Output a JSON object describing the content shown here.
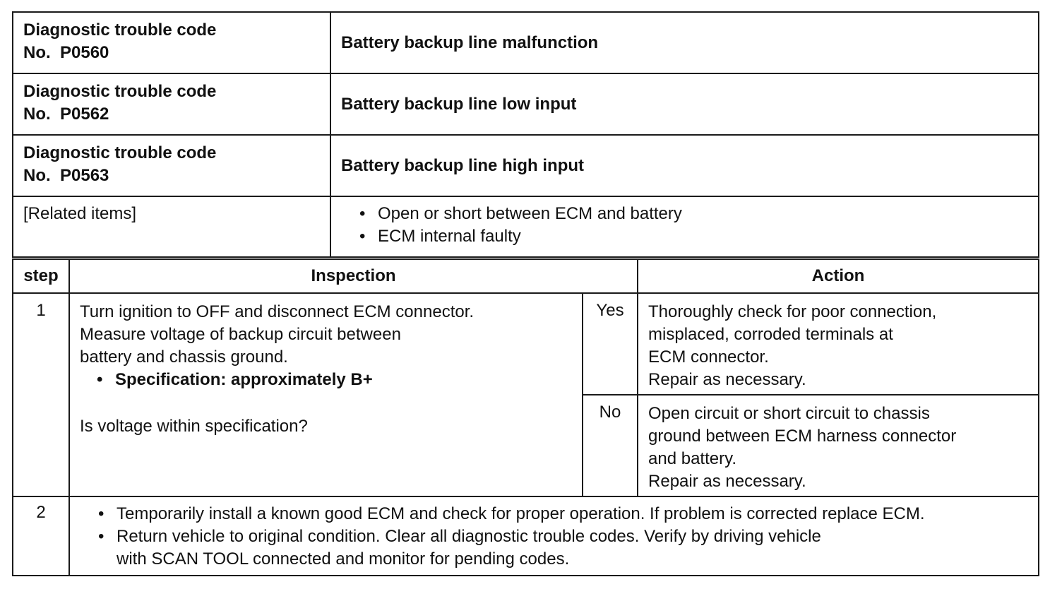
{
  "dtc_table": {
    "codes": [
      {
        "label": "Diagnostic trouble code",
        "number": "No.  P0560",
        "description": "Battery backup line malfunction"
      },
      {
        "label": "Diagnostic trouble code",
        "number": "No.  P0562",
        "description": "Battery backup line low input"
      },
      {
        "label": "Diagnostic trouble code",
        "number": "No.  P0563",
        "description": "Battery backup line high input"
      }
    ],
    "related_label": "[Related items]",
    "related_items": [
      "Open or short between ECM and battery",
      "ECM internal faulty"
    ]
  },
  "procedure_table": {
    "headers": {
      "step": "step",
      "inspection": "Inspection",
      "action": "Action"
    },
    "step1": {
      "number": "1",
      "inspection_lines": [
        "Turn ignition to OFF and disconnect ECM connector.",
        "Measure voltage of backup circuit between",
        "battery and chassis ground."
      ],
      "specification": "Specification: approximately B+",
      "question": "Is voltage within specification?",
      "yes_label": "Yes",
      "yes_action_lines": [
        "Thoroughly check for poor connection,",
        "misplaced, corroded terminals at",
        "ECM connector.",
        "Repair as necessary."
      ],
      "no_label": "No",
      "no_action_lines": [
        "Open circuit or short circuit to chassis",
        "ground between ECM harness connector",
        "and battery.",
        "Repair as necessary."
      ]
    },
    "step2": {
      "number": "2",
      "items": [
        "Temporarily install a known good ECM and check for proper operation. If problem is corrected replace ECM.",
        "Return vehicle to original condition. Clear all diagnostic trouble codes. Verify by driving vehicle"
      ],
      "item2_continuation": "with SCAN TOOL connected and monitor for pending codes."
    }
  }
}
